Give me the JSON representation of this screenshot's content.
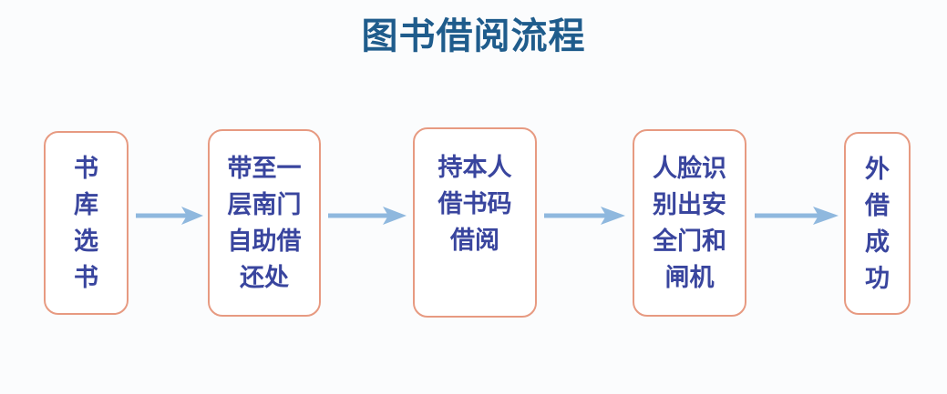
{
  "page": {
    "title": "图书借阅流程",
    "background_color": "#fbfcfd"
  },
  "colors": {
    "title_blue": "#1f5c8c",
    "node_text_blue": "#39459e",
    "node_border_salmon": "#e79a81",
    "node_fill": "#ffffff",
    "arrow_blue": "#8fb8de"
  },
  "flow": {
    "nodes": [
      {
        "id": "node-1",
        "step": 1,
        "text": "书库选书",
        "display_text": "书\n库\n选\n书",
        "chars_per_line": 1,
        "lines": [
          "书",
          "库",
          "选",
          "书"
        ]
      },
      {
        "id": "node-2",
        "step": 2,
        "text": "带至一层南门自助借还处",
        "display_text": "带至一\n层南门\n自助借\n还处",
        "chars_per_line": 3,
        "lines": [
          "带至一",
          "层南门",
          "自助借",
          "还处"
        ]
      },
      {
        "id": "node-3",
        "step": 3,
        "text": "持本人借书码借阅",
        "display_text": "持本人\n借书码\n借阅",
        "chars_per_line": 3,
        "lines": [
          "持本人",
          "借书码",
          "借阅"
        ]
      },
      {
        "id": "node-4",
        "step": 4,
        "text": "人脸识别出安全门和闸机",
        "display_text": "人脸识\n别出安\n全门和\n闸机",
        "chars_per_line": 3,
        "lines": [
          "人脸识",
          "别出安",
          "全门和",
          "闸机"
        ]
      },
      {
        "id": "node-5",
        "step": 5,
        "text": "外借成功",
        "display_text": "外\n借\n成\n功",
        "chars_per_line": 1,
        "lines": [
          "外",
          "借",
          "成",
          "功"
        ]
      }
    ],
    "connectors": [
      {
        "id": "arrow-1",
        "from": "node-1",
        "to": "node-2",
        "icon": "arrow-right-icon"
      },
      {
        "id": "arrow-2",
        "from": "node-2",
        "to": "node-3",
        "icon": "arrow-right-icon"
      },
      {
        "id": "arrow-3",
        "from": "node-3",
        "to": "node-4",
        "icon": "arrow-right-icon"
      },
      {
        "id": "arrow-4",
        "from": "node-4",
        "to": "node-5",
        "icon": "arrow-right-icon"
      }
    ]
  }
}
